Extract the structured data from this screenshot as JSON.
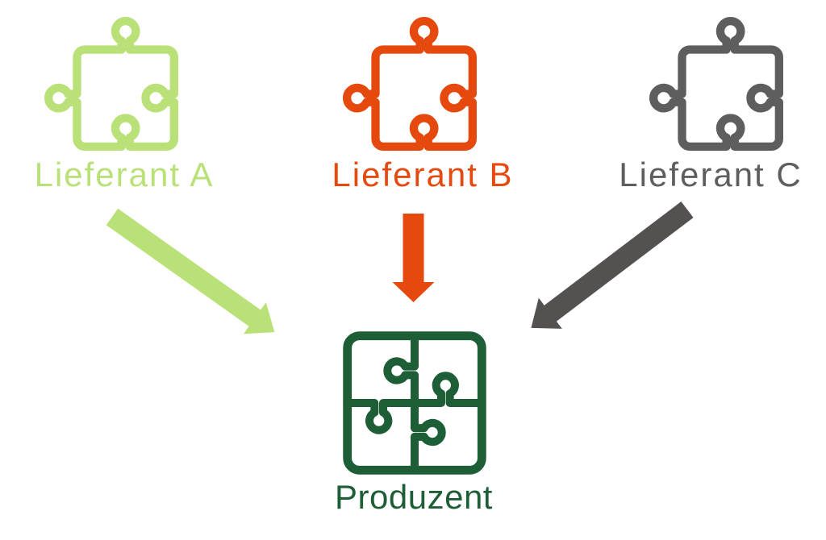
{
  "diagram": {
    "background": "#ffffff",
    "suppliers": [
      {
        "label": "Lieferant A",
        "color": "#b9e178",
        "icon": "puzzle-piece-icon"
      },
      {
        "label": "Lieferant B",
        "color": "#e5490e",
        "icon": "puzzle-piece-icon"
      },
      {
        "label": "Lieferant C",
        "color": "#5e5e5e",
        "icon": "puzzle-piece-icon"
      }
    ],
    "arrows": [
      {
        "from": "Lieferant A",
        "to": "Produzent",
        "color": "#b9e178"
      },
      {
        "from": "Lieferant B",
        "to": "Produzent",
        "color": "#e5490e"
      },
      {
        "from": "Lieferant C",
        "to": "Produzent",
        "color": "#555151"
      }
    ],
    "producer": {
      "label": "Produzent",
      "color": "#1e5e36",
      "icon": "puzzle-assembled-icon"
    }
  }
}
